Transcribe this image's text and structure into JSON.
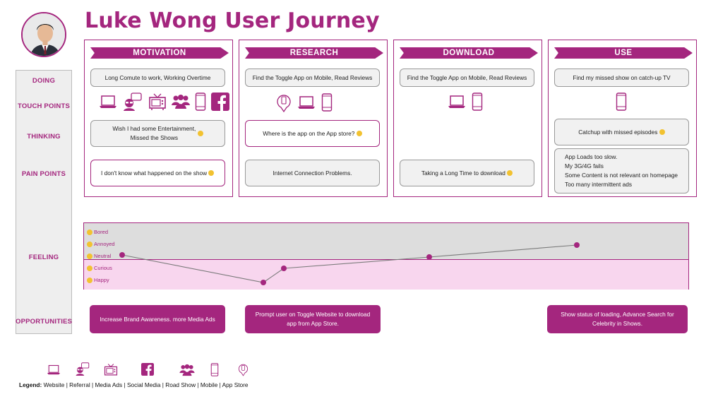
{
  "title": "Luke Wong User Journey",
  "colors": {
    "accent": "#a4267e",
    "positive_band": "#f8d6ee",
    "neutral_band": "#dddddd"
  },
  "rows": {
    "doing": "DOING",
    "touch_points": "TOUCH POINTS",
    "thinking": "THINKING",
    "pain_points": "PAIN POINTS",
    "feeling": "FEELING",
    "opportunities": "OPPORTUNITIES"
  },
  "stages": [
    {
      "name": "MOTIVATION",
      "doing": "Long Comute to work, Working Overtime",
      "touch_points": [
        "laptop-icon",
        "referral-icon",
        "tv-icon",
        "road-show-icon",
        "mobile-icon",
        "facebook-icon"
      ],
      "thinking": "Wish I had some Entertainment,\nMissed the Shows",
      "pain_points": "I don't know what happened on the show",
      "opportunity": "Increase Brand Awareness. more Media Ads"
    },
    {
      "name": "RESEARCH",
      "doing": "Find the Toggle App on Mobile, Read Reviews",
      "touch_points": [
        "app-store-icon",
        "laptop-icon",
        "mobile-icon"
      ],
      "thinking": "Where is the app on the App store?",
      "pain_points": "Internet Connection Problems.",
      "opportunity": "Prompt user on Toggle Website to download app from App Store."
    },
    {
      "name": "DOWNLOAD",
      "doing": "Find the Toggle App on Mobile, Read Reviews",
      "touch_points": [
        "laptop-icon",
        "mobile-icon"
      ],
      "thinking": "",
      "pain_points": "Taking a Long Time to download",
      "opportunity": ""
    },
    {
      "name": "USE",
      "doing": "Find my missed show on catch-up TV",
      "touch_points": [
        "mobile-icon"
      ],
      "thinking": "Catchup with missed episodes",
      "pain_points": "App Loads too slow.\nMy 3G/4G fails\nSome Content is not relevant on homepage\nToo many intermittent ads",
      "opportunity": "Show status of loading, Advance Search for Celebrity in Shows."
    }
  ],
  "feelings": {
    "scale": [
      "Bored",
      "Annoyed",
      "Neutral",
      "Curious",
      "Happy"
    ]
  },
  "legend": {
    "label": "Legend:",
    "items": "Website | Referral | Media Ads | Social Media | Road Show |  Mobile | App Store",
    "icons": [
      "laptop-icon",
      "referral-icon",
      "tv-icon",
      "facebook-icon",
      "road-show-icon",
      "mobile-icon",
      "app-store-icon"
    ]
  }
}
